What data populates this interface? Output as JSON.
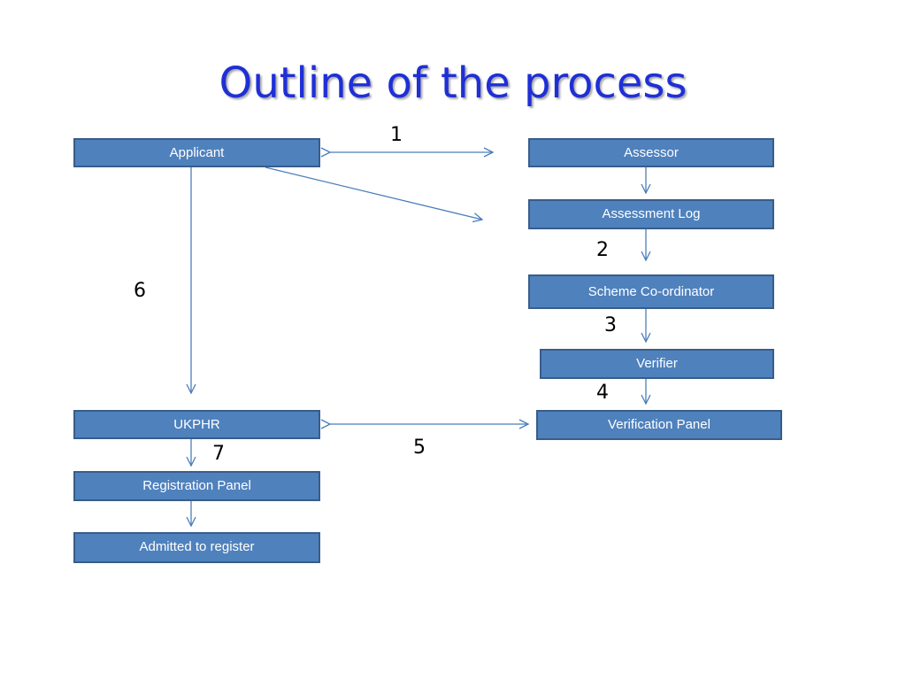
{
  "title": "Outline of the process",
  "colors": {
    "title": "#1f2fd6",
    "box_fill": "#4f81bd",
    "box_border": "#385d8a",
    "connector": "#4a7ebb"
  },
  "boxes": {
    "applicant": "Applicant",
    "assessor": "Assessor",
    "assessment_log": "Assessment Log",
    "scheme_coordinator": "Scheme Co-ordinator",
    "verifier": "Verifier",
    "ukphr": "UKPHR",
    "verification_panel": "Verification Panel",
    "registration_panel": "Registration Panel",
    "admitted": "Admitted to register"
  },
  "step_numbers": {
    "s1": "1",
    "s2": "2",
    "s3": "3",
    "s4": "4",
    "s5": "5",
    "s6": "6",
    "s7": "7"
  }
}
